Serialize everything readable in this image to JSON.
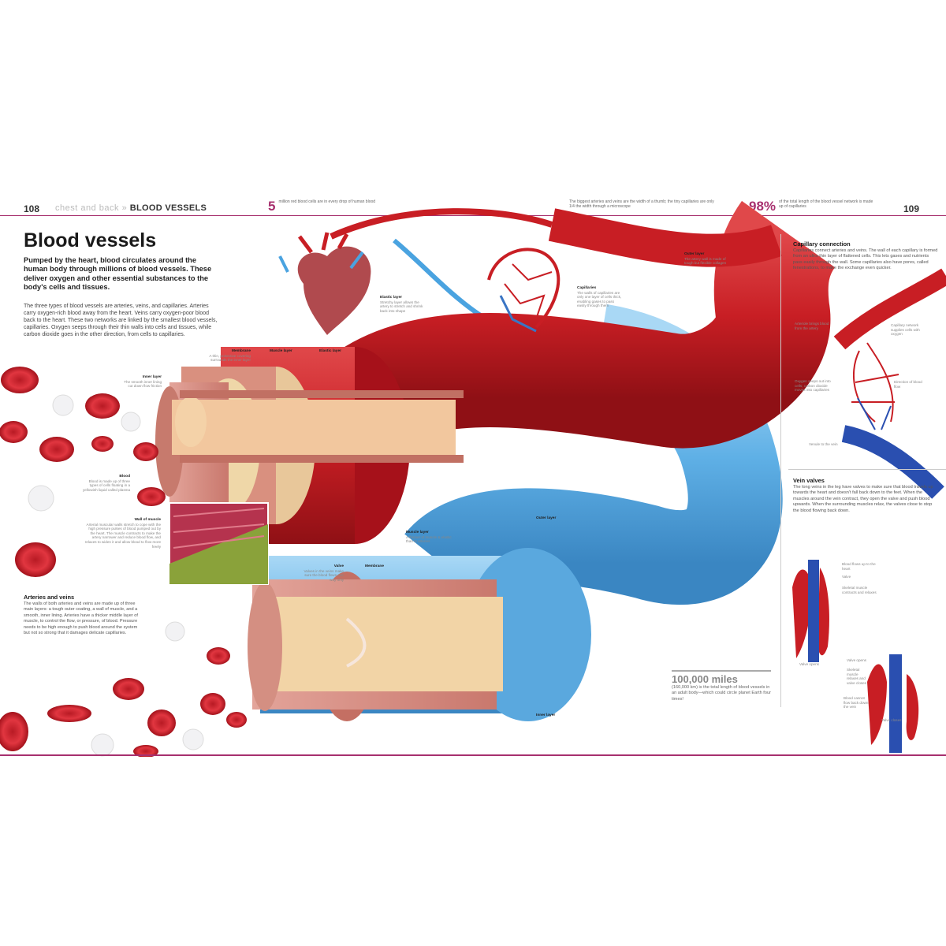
{
  "header": {
    "left_page_number": "108",
    "section": "chest and back",
    "separator": "»",
    "topic": "BLOOD VESSELS",
    "right_page_number": "109"
  },
  "facts": [
    {
      "value": "5",
      "text": "million red blood cells are in every drop of human blood"
    },
    {
      "value": "",
      "text": "The biggest arteries and veins are the width of a thumb; the tiny capillaries are only 1/4 the width through a microscope"
    },
    {
      "value": "98%",
      "text": "of the total length of the blood vessel network is made up of capillaries"
    }
  ],
  "article": {
    "title": "Blood vessels",
    "intro": "Pumped by the heart, blood circulates around the human body through millions of blood vessels. These deliver oxygen and other essential substances to the body's cells and tissues.",
    "body": "The three types of blood vessels are arteries, veins, and capillaries. Arteries carry oxygen-rich blood away from the heart. Veins carry oxygen-poor blood back to the heart. These two networks are linked by the smallest blood vessels, capillaries. Oxygen seeps through their thin walls into cells and tissues, while carbon dioxide goes in the other direction, from cells to capillaries."
  },
  "arteries_veins": {
    "title": "Arteries and veins",
    "text": "The walls of both arteries and veins are made up of three main layers: a tough outer coating, a wall of muscle, and a smooth, inner lining. Arteries have a thicker middle layer of muscle, to control the flow, or pressure, of blood. Pressure needs to be high enough to push blood around the system but not so strong that it damages delicate capillaries."
  },
  "labels": {
    "elastic_layer": {
      "title": "Elastic layer",
      "text": "Stretchy layer allows the artery to stretch and shrink back into shape"
    },
    "outer_layer_artery": {
      "title": "Outer layer",
      "text": "The artery wall is made of tough but flexible collagen"
    },
    "capillaries": {
      "title": "Capillaries",
      "text": "The walls of capillaries are only one layer of cells thick, enabling gases to pass easily through them"
    },
    "membrane": {
      "title": "Membrane",
      "text": "A thin, protective covering surrounds the inner layer"
    },
    "muscle_layer_artery": {
      "title": "Muscle layer",
      "text": ""
    },
    "elastic_layer_2": {
      "title": "Elastic layer",
      "text": ""
    },
    "inner_layer": {
      "title": "Inner layer",
      "text": "The smooth inner lining cut down flow friction"
    },
    "blood": {
      "title": "Blood",
      "text": "Blood is made up of three types of cells floating in a yellowish liquid called plasma"
    },
    "wall_of_muscle": {
      "title": "Wall of muscle",
      "text": "Arterial muscular walls stretch to cope with the high pressure pulses of blood pumped out by the heart. The muscle contracts to make the artery narrower and reduce blood flow, and relaxes to widen it and allow blood to flow more freely"
    },
    "outer_layer_vein": {
      "title": "Outer layer",
      "text": ""
    },
    "muscle_layer_vein": {
      "title": "Muscle layer",
      "text": "A thinner of muscle & elastic than in arteries"
    },
    "valve": {
      "title": "Valve",
      "text": "Valves in the veins make sure the blood flows one way only"
    },
    "membrane_vein": {
      "title": "Membrane",
      "text": ""
    },
    "inner_layer_vein": {
      "title": "Inner layer",
      "text": ""
    }
  },
  "capillary_connection": {
    "title": "Capillary connection",
    "text": "Capillaries connect arteries and veins. The wall of each capillary is formed from an ultra-thin layer of flattened cells. This lets gases and nutrients pass easily through the wall. Some capillaries also have pores, called fenestrations, to make the exchange even quicker.",
    "label_artery": "Arteriole brings blood from the artery",
    "label_network": "Capillary network supplies cells with oxygen",
    "label_oxygen": "Oxygen seeps out into cells; carbon dioxide moves into capillaries",
    "label_direction": "Direction of blood flow",
    "label_vein": "Venule to the vein"
  },
  "vein_valves": {
    "title": "Vein valves",
    "text": "The long veins in the leg have valves to make sure that blood travels up towards the heart and doesn't fall back down to the feet. When the muscles around the vein contract, they open the valve and push blood upwards. When the surrounding muscles relax, the valves close to stop the blood flowing back down.",
    "label_blood_flows": "Blood flows up to the heart",
    "label_valve": "Valve",
    "label_skeletal": "Skeletal muscle contracts and relaxes",
    "label_valve_open": "Valve opens",
    "label_skeletal_2": "Skeletal muscle relaxes and valve closes",
    "label_blood_cannot": "Blood cannot flow back down the vein",
    "caption_open": "Valve opens",
    "caption_closed": "Valve closes"
  },
  "callout": {
    "value": "100,000 miles",
    "text": "(160,000 km) is the total length of blood vessels in an adult body—which could circle planet Earth four times!"
  },
  "colors": {
    "accent": "#a7306e",
    "artery": "#c81e24",
    "vein": "#4aa3e0"
  }
}
